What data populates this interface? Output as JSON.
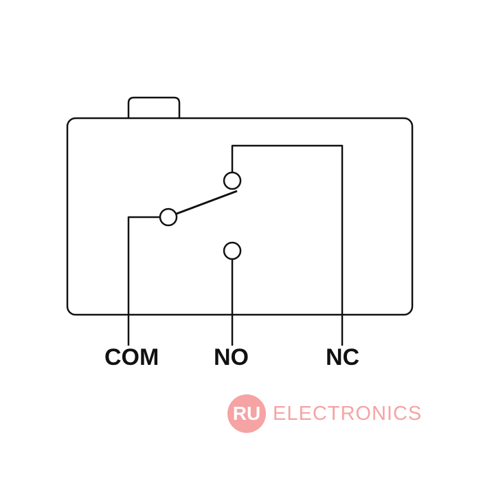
{
  "terminals": {
    "com": "COM",
    "no": "NO",
    "nc": "NC"
  },
  "watermark": {
    "badge_text": "RU",
    "text": "ELECTRONICS",
    "badge_color": "#f6a3a3",
    "text_color": "#f6a3a3"
  },
  "colors": {
    "stroke": "#111111",
    "background": "#ffffff"
  }
}
